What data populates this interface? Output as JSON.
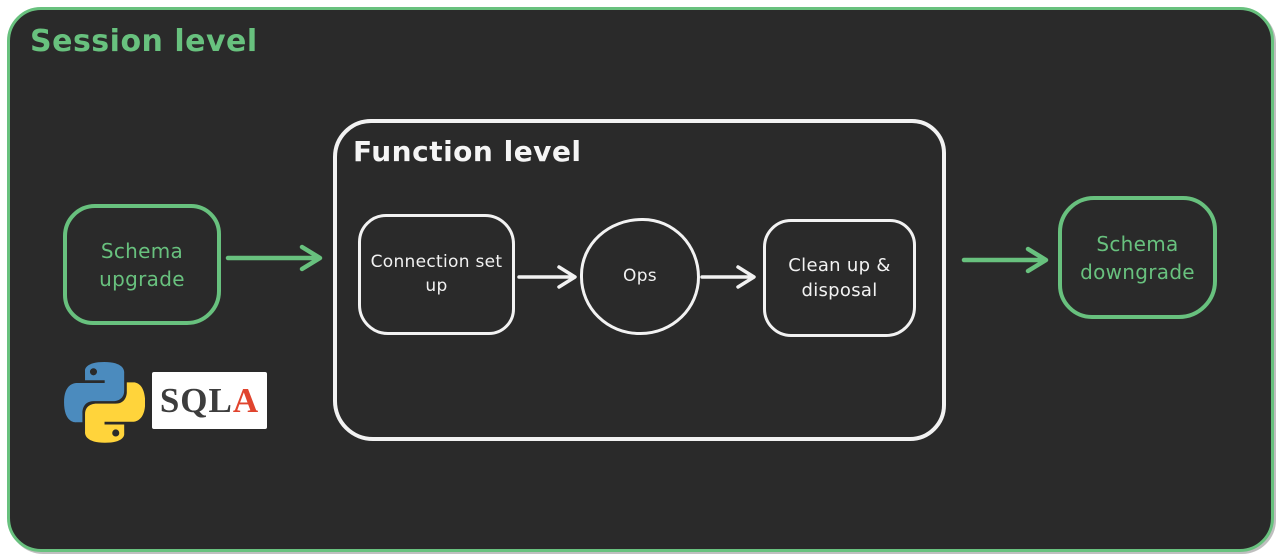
{
  "session": {
    "label": "Session level"
  },
  "function_block": {
    "label": "Function level"
  },
  "nodes": {
    "schema_upgrade": {
      "lines": [
        "Schema",
        "upgrade"
      ]
    },
    "connection_setup": {
      "lines": [
        "Connection set",
        "up"
      ]
    },
    "ops": {
      "label": "Ops"
    },
    "cleanup_disposal": {
      "lines": [
        "Clean up &",
        "disposal"
      ]
    },
    "schema_downgrade": {
      "lines": [
        "Schema",
        "downgrade"
      ]
    }
  },
  "logos": {
    "python": {
      "icon": "python-logo",
      "blue": "#4B8BBE",
      "yellow": "#FFD43B"
    },
    "sqlalchemy": {
      "icon": "sqlalchemy-logo",
      "text_dark": "SQL",
      "text_red": "A",
      "dark": "#3d3d3d",
      "red": "#e0442e",
      "background": "#ffffff"
    }
  },
  "colors": {
    "accent_green": "#68c17e",
    "stroke_white": "#f2f2f2",
    "surface_dark": "#2a2a2a",
    "page_background": "#ffffff"
  }
}
